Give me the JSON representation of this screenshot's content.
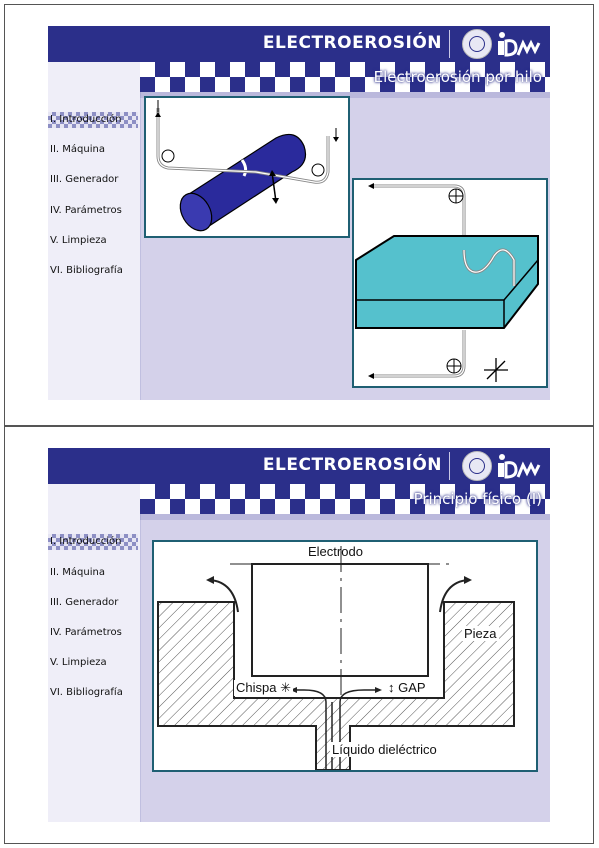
{
  "slides": [
    {
      "banner_title": "ELECTROEROSIÓN",
      "subtitle": "Electroerosión por hilo",
      "nav": [
        "I. Introducción",
        "II. Máquina",
        "III. Generador",
        "IV. Parámetros",
        "V. Limpieza",
        "VI. Bibliografía"
      ]
    },
    {
      "banner_title": "ELECTROEROSIÓN",
      "subtitle": "Principio físico (I)",
      "nav": [
        "I. Introducción",
        "II. Máquina",
        "III. Generador",
        "IV. Parámetros",
        "V. Limpieza",
        "VI. Bibliografía"
      ],
      "figure": {
        "electrode": "Electrodo",
        "workpiece": "Pieza",
        "spark": "Chispa ✳",
        "gap": "↕ GAP",
        "fluid": "Líquido dieléctrico"
      }
    }
  ],
  "colors": {
    "banner": "#2b2f8a",
    "slide_bg": "#d4d1ea",
    "block": "#55c1cd",
    "frame_border": "#1f5f73"
  }
}
